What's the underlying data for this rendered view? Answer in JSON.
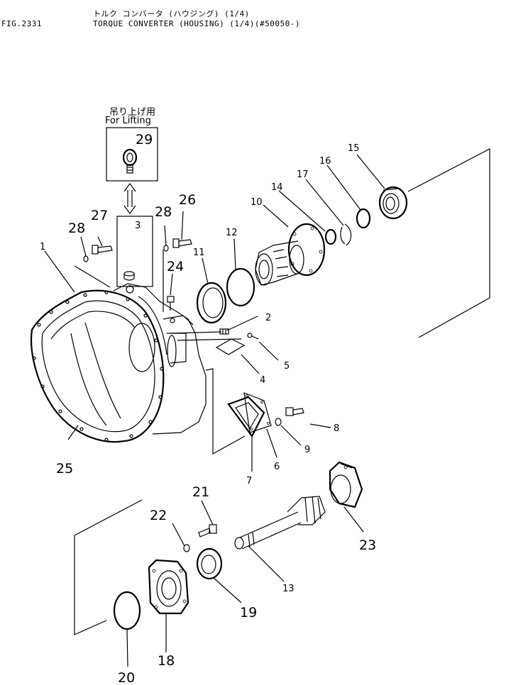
{
  "header": {
    "fig_label": "FIG.2331",
    "title_jp": "トルク コンバータ (ハウジング) (1/4)",
    "title_en": "TORQUE CONVERTER (HOUSING) (1/4)(#50050-)"
  },
  "lifting": {
    "jp": "吊り上げ用",
    "en": "For Lifting"
  },
  "callouts": {
    "c1": "1",
    "c2": "2",
    "c3": "3",
    "c4": "4",
    "c5": "5",
    "c6": "6",
    "c7": "7",
    "c8": "8",
    "c9": "9",
    "c10": "10",
    "c11": "11",
    "c12": "12",
    "c13": "13",
    "c14": "14",
    "c15": "15",
    "c16": "16",
    "c17": "17",
    "c18": "18",
    "c19": "19",
    "c20": "20",
    "c21": "21",
    "c22": "22",
    "c23": "23",
    "c24": "24",
    "c25": "25",
    "c26": "26",
    "c27": "27",
    "c28a": "28",
    "c28b": "28",
    "c29": "29"
  }
}
